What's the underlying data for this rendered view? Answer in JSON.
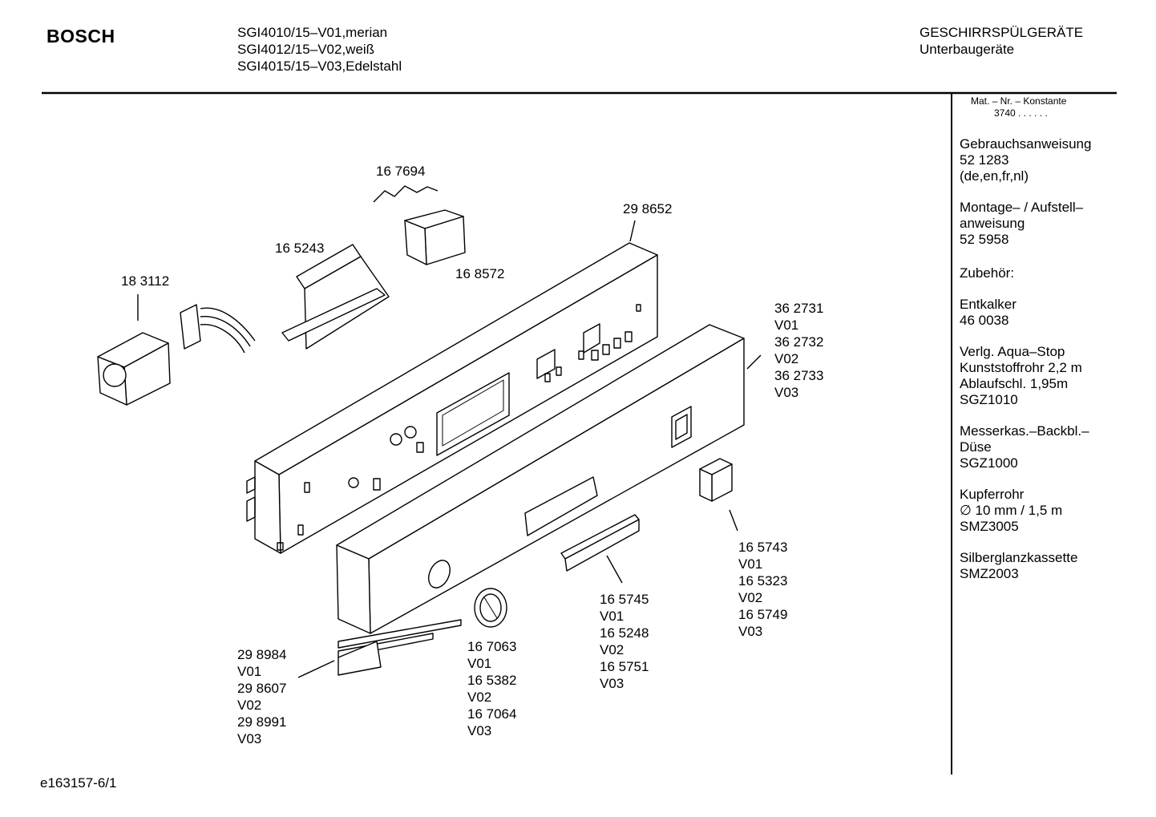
{
  "header": {
    "brand": "BOSCH",
    "models": [
      "SGI4010/15–V01,merian",
      "SGI4012/15–V02,weiß",
      "SGI4015/15–V03,Edelstahl"
    ],
    "category": "GESCHIRRSPÜLGERÄTE",
    "subcategory": "Unterbaugeräte"
  },
  "mat_nr": {
    "label": "Mat. – Nr. – Konstante",
    "value": "3740 .  .  .  .  .  ."
  },
  "sidebar": [
    {
      "lines": [
        "Gebrauchsanweisung",
        "52 1283",
        "(de,en,fr,nl)"
      ]
    },
    {
      "lines": [
        "Montage– / Aufstell–",
        "anweisung",
        "52 5958"
      ]
    },
    {
      "lines": [
        "Zubehör:"
      ]
    },
    {
      "lines": [
        "Entkalker",
        "46 0038"
      ]
    },
    {
      "lines": [
        "Verlg. Aqua–Stop",
        "Kunststoffrohr 2,2 m",
        "Ablaufschl. 1,95m",
        "SGZ1010"
      ]
    },
    {
      "lines": [
        "Messerkas.–Backbl.–",
        "Düse",
        "SGZ1000"
      ]
    },
    {
      "lines": [
        "Kupferrohr",
        "∅ 10 mm / 1,5 m",
        "SMZ3005"
      ]
    },
    {
      "lines": [
        "Silberglanzkassette",
        "SMZ2003"
      ]
    }
  ],
  "parts": {
    "p167694": "16 7694",
    "p298652": "29 8652",
    "p165243": "16 5243",
    "p168572": "16 8572",
    "p183112": "18 3112",
    "panel_variants": [
      "36 2731",
      "V01",
      "36 2732",
      "V02",
      "36 2733",
      "V03"
    ],
    "button_variants": [
      "16 5743",
      "V01",
      "16 5323",
      "V02",
      "16 5749",
      "V03"
    ],
    "strip_variants": [
      "16 5745",
      "V01",
      "16 5248",
      "V02",
      "16 5751",
      "V03"
    ],
    "knob_variants": [
      "16 7063",
      "V01",
      "16 5382",
      "V02",
      "16 7064",
      "V03"
    ],
    "seal_variants": [
      "29 8984",
      "V01",
      "29 8607",
      "V02",
      "29 8991",
      "V03"
    ]
  },
  "footer": {
    "code": "e163157-6/1"
  }
}
